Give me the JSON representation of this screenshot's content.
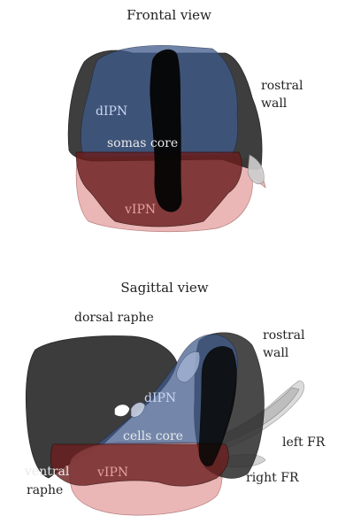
{
  "frontal": {
    "title": "Frontal view",
    "labels": {
      "dipn": "dIPN",
      "somas_core": "somas core",
      "vipn": "vIPN",
      "rostral_wall_line1": "rostral",
      "rostral_wall_line2": "wall"
    }
  },
  "sagittal": {
    "title": "Sagittal view",
    "labels": {
      "dorsal_raphe": "dorsal raphe",
      "rostral_wall_line1": "rostral",
      "rostral_wall_line2": "wall",
      "dipn": "dIPN",
      "cells_core": "cells core",
      "vipn": "vIPN",
      "ventral_raphe_line1": "ventral",
      "ventral_raphe_line2": "raphe",
      "left_fr": "left FR",
      "right_fr": "right FR"
    }
  },
  "colors": {
    "dark_region": "#2e2e2e",
    "dipn_blue": "#3f5a8c",
    "dipn_label": "#c9d6f2",
    "vipn_red": "#6b1e1e",
    "vipn_label": "#e4a0a0",
    "pink_outer": "#e9b3b3",
    "grey_fr": "#bdbdbd",
    "core_black": "#050505"
  }
}
